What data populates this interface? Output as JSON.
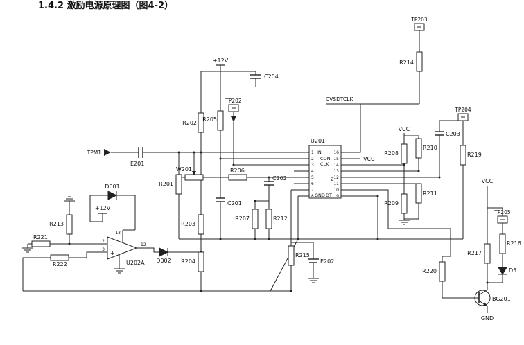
{
  "title": "1.4.2 激励电源原理图（图4-2）",
  "labels": {
    "r201": "R201",
    "r202": "R202",
    "r203": "R203",
    "r204": "R204",
    "r205": "R205",
    "r206": "R206",
    "r207": "R207",
    "r208": "R208",
    "r209": "R209",
    "r210": "R210",
    "r211": "R211",
    "r212": "R212",
    "r213": "R213",
    "r214": "R214",
    "r215": "R215",
    "r216": "R216",
    "r217": "R217",
    "r219": "R219",
    "r220": "R220",
    "r221": "R221",
    "r222": "R222",
    "c201": "C201",
    "c202": "C202",
    "c203": "C203",
    "c204": "C204",
    "e201": "E201",
    "e202": "E202",
    "d001": "D001",
    "d002": "D002",
    "d5": "D5",
    "w201": "W201",
    "bg201": "BG201",
    "tp202": "TP202",
    "tp203": "TP203",
    "tp204": "TP204",
    "tp205": "TP205",
    "tpm1": "TPM1",
    "vcc": "VCC",
    "gnd": "GND",
    "p12v": "+12V",
    "cvsdtclk": "CVSDTCLK"
  },
  "u201": {
    "name": "U201",
    "inner": {
      "in": "IN",
      "con": "CON",
      "clk": "CLK",
      "z": "Z",
      "gnd": "GND",
      "dt": "DT"
    },
    "pins_left": [
      "1",
      "2",
      "3",
      "4",
      "5",
      "6",
      "7",
      "8"
    ],
    "pins_right": [
      "16",
      "15",
      "14",
      "13",
      "12",
      "11",
      "10",
      "9"
    ]
  },
  "u202a": {
    "name": "U202A",
    "pin_inv": "2",
    "pin_noninv": "3",
    "pin_out": "12",
    "pin_vcc": "13",
    "minus": "-",
    "plus": "+"
  }
}
